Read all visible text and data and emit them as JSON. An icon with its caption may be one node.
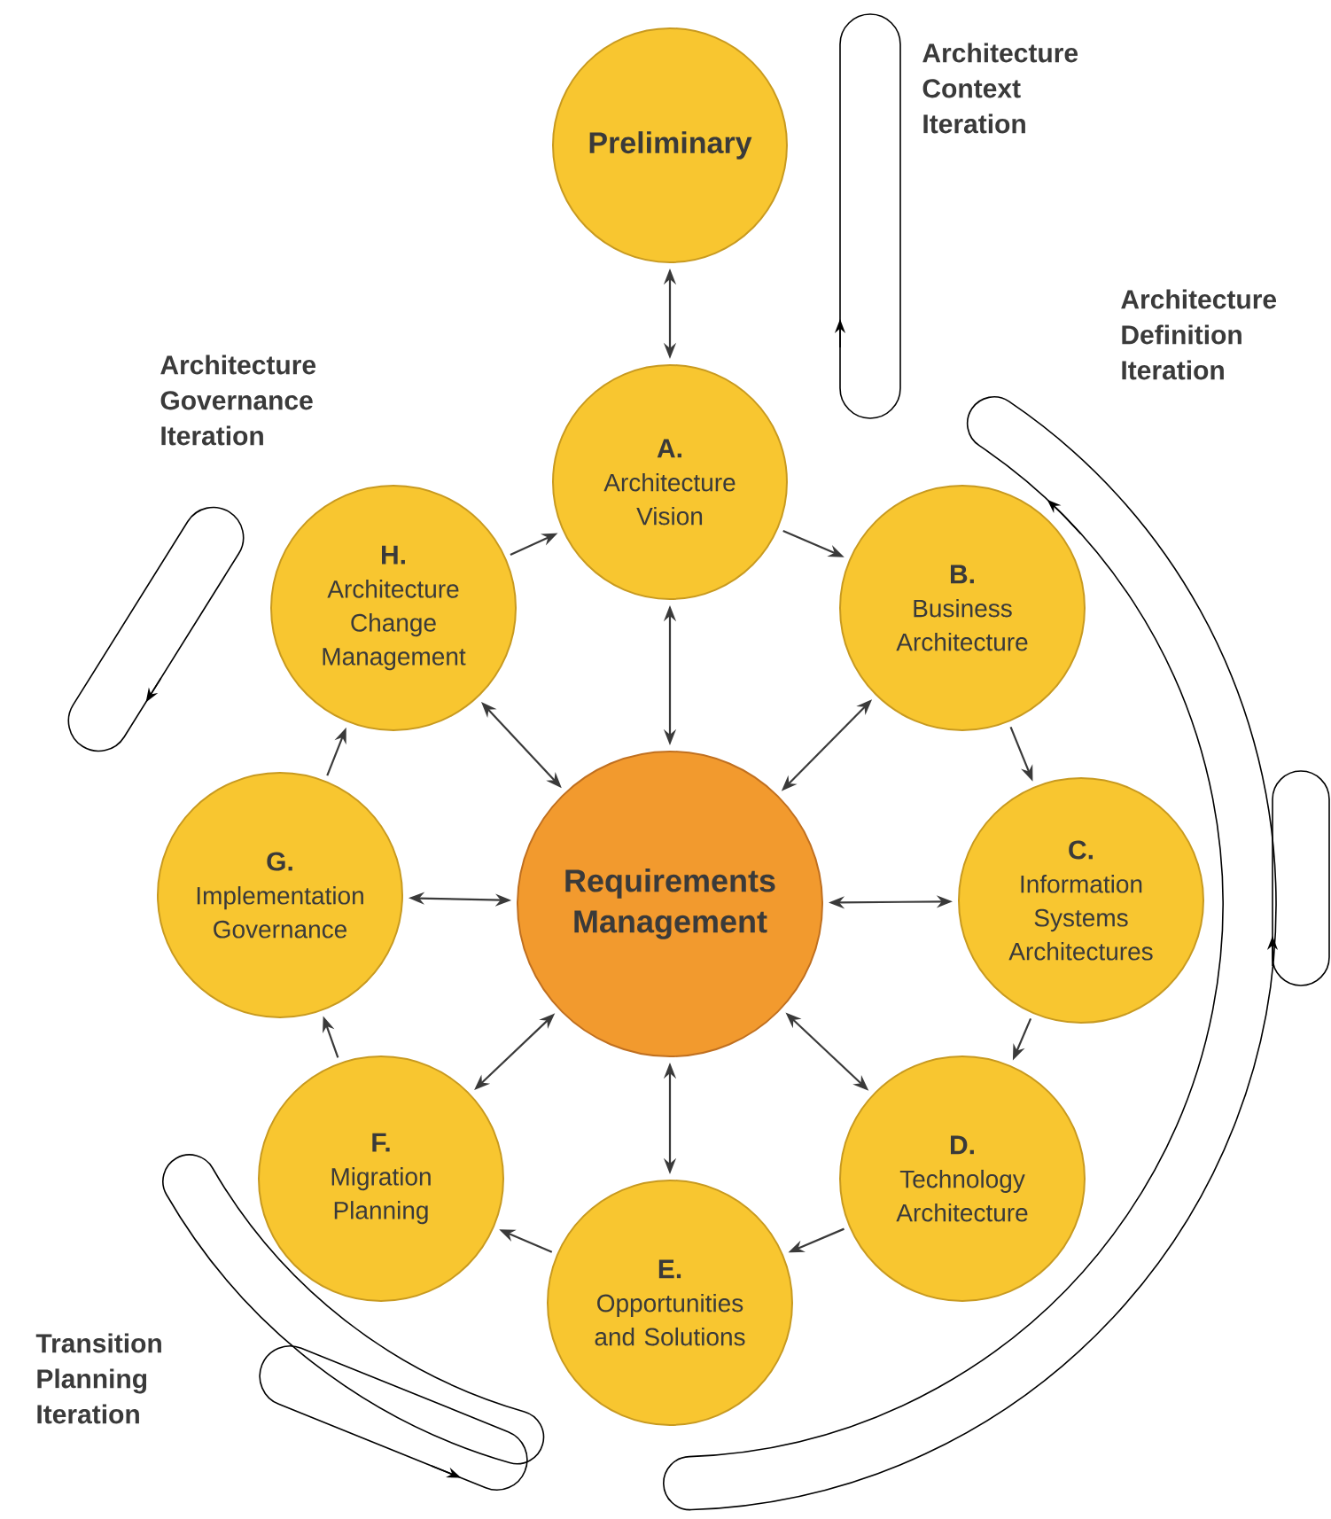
{
  "diagram": {
    "nodes": [
      {
        "text": [
          "Preliminary"
        ]
      },
      {
        "text": [
          "A.",
          "Architecture Vision"
        ]
      },
      {
        "text": [
          "B.",
          "Business Architecture"
        ]
      },
      {
        "text": [
          "C.",
          "Information Systems Architectures"
        ]
      },
      {
        "text": [
          "D.",
          "Technology Architecture"
        ]
      },
      {
        "text": [
          "E.",
          "Opportunities and Solutions"
        ]
      },
      {
        "text": [
          "F.",
          "Migration Planning"
        ]
      },
      {
        "text": [
          "G.",
          "Implementation Governance"
        ]
      },
      {
        "text": [
          "H.",
          "Architecture Change Management"
        ]
      },
      {
        "text": [
          "Requirements Management"
        ]
      }
    ],
    "edges": [
      {
        "from": 0,
        "to": 1,
        "arrow": "both"
      },
      {
        "from": 1,
        "to": 2,
        "arrow": "to"
      },
      {
        "from": 2,
        "to": 3,
        "arrow": "to"
      },
      {
        "from": 3,
        "to": 4,
        "arrow": "to"
      },
      {
        "from": 4,
        "to": 5,
        "arrow": "to"
      },
      {
        "from": 5,
        "to": 6,
        "arrow": "to"
      },
      {
        "from": 6,
        "to": 7,
        "arrow": "to"
      },
      {
        "from": 7,
        "to": 8,
        "arrow": "to"
      },
      {
        "from": 8,
        "to": 1,
        "arrow": "to"
      },
      {
        "from": 9,
        "to": 1,
        "arrow": "both"
      },
      {
        "from": 9,
        "to": 2,
        "arrow": "both"
      },
      {
        "from": 9,
        "to": 3,
        "arrow": "both"
      },
      {
        "from": 9,
        "to": 4,
        "arrow": "both"
      },
      {
        "from": 9,
        "to": 5,
        "arrow": "both"
      },
      {
        "from": 9,
        "to": 6,
        "arrow": "both"
      },
      {
        "from": 9,
        "to": 7,
        "arrow": "both"
      },
      {
        "from": 9,
        "to": 8,
        "arrow": "both"
      }
    ],
    "labels": [
      "Architecture Context Iteration",
      "Architecture Definition Iteration",
      "Architecture Governance Iteration",
      "Transition Planning Iteration"
    ]
  }
}
